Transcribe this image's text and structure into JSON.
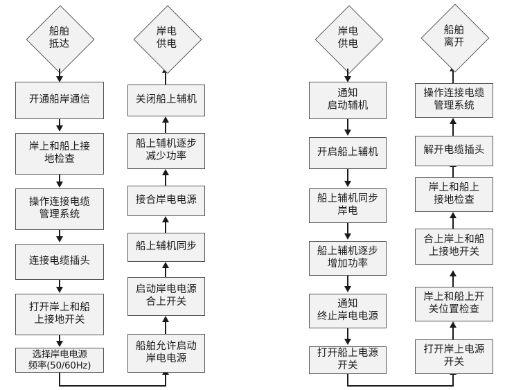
{
  "figure": {
    "type": "flowchart",
    "orientation": "four-column",
    "groups": [
      {
        "id": "connection",
        "name": "shore-power-connection-process",
        "start_terminator": "船舶\n抵达",
        "end_terminator": "岸电\n供电"
      },
      {
        "id": "disconnection",
        "name": "shore-power-disconnection-process",
        "start_terminator": "岸电\n供电",
        "end_terminator": "船舶\n离开"
      }
    ]
  },
  "colors": {
    "node_fill": "#f2f2f2",
    "node_border": "#555555",
    "connector": "#1a1a1a",
    "text": "#1a1a1a",
    "background": "#ffffff"
  },
  "terminators": {
    "t1": {
      "label": "船舶\n抵达"
    },
    "t2": {
      "label": "岸电\n供电"
    },
    "t3": {
      "label": "岸电\n供电"
    },
    "t4": {
      "label": "船舶\n离开"
    }
  },
  "columns": {
    "col1": {
      "name": "ship-arrival-down-column",
      "direction": "down",
      "steps": [
        {
          "label": "开通船岸通信"
        },
        {
          "label": "岸上和船上接\n地检查"
        },
        {
          "label": "操作连接电缆\n管理系统"
        },
        {
          "label": "连接电缆插头"
        },
        {
          "label": "打开岸上和船\n上接地开关"
        },
        {
          "label": "选择岸电电源\n频率(50/60Hz)"
        }
      ]
    },
    "col2": {
      "name": "shore-power-energize-up-column",
      "direction": "up",
      "steps": [
        {
          "label": "关闭船上辅机"
        },
        {
          "label": "船上辅机逐步\n减少功率"
        },
        {
          "label": "接合岸电电源"
        },
        {
          "label": "船上辅机同步"
        },
        {
          "label": "启动岸电电源\n合上开关"
        },
        {
          "label": "船舶允许启动\n岸电电源"
        }
      ]
    },
    "col3": {
      "name": "shore-power-supply-down-column",
      "direction": "down",
      "steps": [
        {
          "label": "通知\n启动辅机"
        },
        {
          "label": "开启船上辅机"
        },
        {
          "label": "船上辅机同步\n岸电"
        },
        {
          "label": "船上辅机逐步\n增加功率"
        },
        {
          "label": "通知\n终止岸电电源"
        },
        {
          "label": "打开船上电源\n开关"
        }
      ]
    },
    "col4": {
      "name": "ship-departure-up-column",
      "direction": "up",
      "steps": [
        {
          "label": "操作连接电缆\n管理系统"
        },
        {
          "label": "解开电缆插头"
        },
        {
          "label": "岸上和船上\n接地检查"
        },
        {
          "label": "合上岸上和船\n上接地开关"
        },
        {
          "label": "岸上和船上开\n关位置检查"
        },
        {
          "label": "打开岸上电源\n开关"
        }
      ]
    }
  }
}
